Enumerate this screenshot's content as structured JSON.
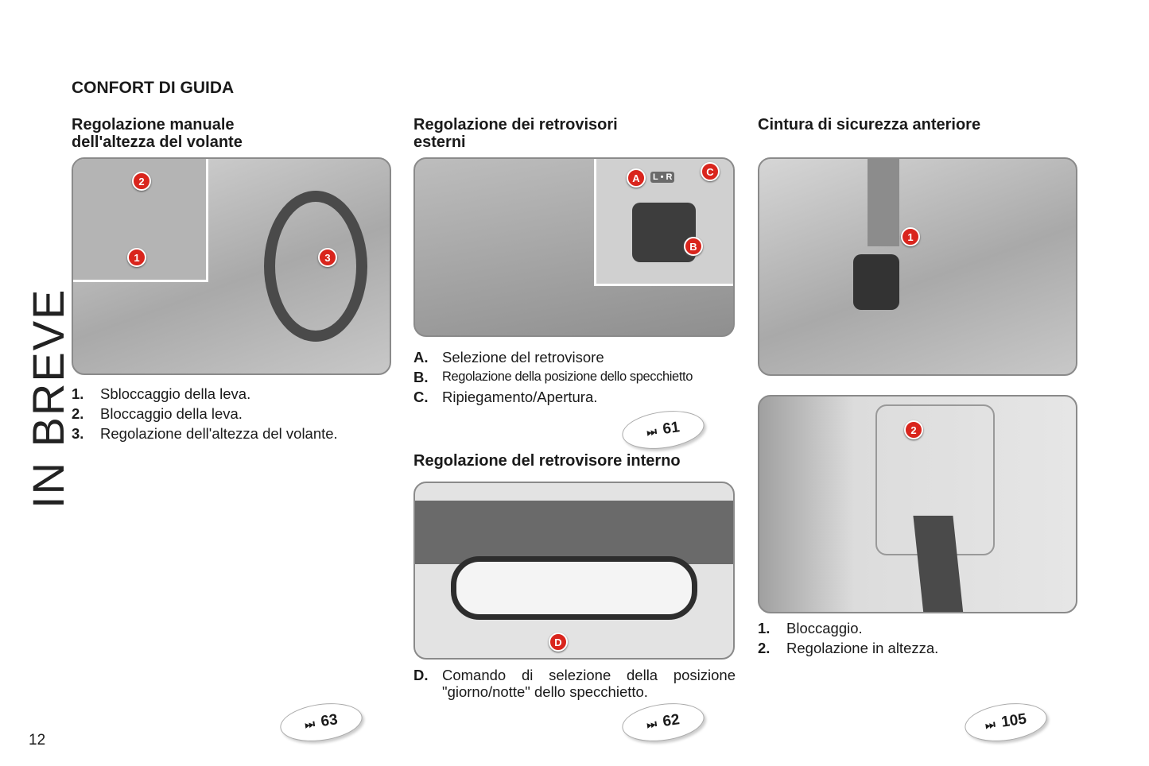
{
  "section_title": "CONFORT DI GUIDA",
  "side_label": "IN BREVE",
  "page_number": "12",
  "ref_icon": "skip-forward-icon",
  "col1": {
    "title_lines": [
      "Regolazione manuale",
      "dell'altezza del volante"
    ],
    "markers": [
      "1",
      "2",
      "3"
    ],
    "items": [
      {
        "key": "1.",
        "text": "Sbloccaggio della leva."
      },
      {
        "key": "2.",
        "text": "Bloccaggio della leva."
      },
      {
        "key": "3.",
        "text": "Regolazione dell'altezza del volante."
      }
    ],
    "ref": "63"
  },
  "col2": {
    "title_lines": [
      "Regolazione dei retrovisori",
      "esterni"
    ],
    "markers": [
      "A",
      "B",
      "C"
    ],
    "switch_label": "L • R",
    "items": [
      {
        "key": "A.",
        "text": "Selezione del retrovisore"
      },
      {
        "key": "B.",
        "text": "Regolazione della posizione dello specchietto"
      },
      {
        "key": "C.",
        "text": "Ripiegamento/Apertura."
      }
    ],
    "ref1": "61",
    "title2": "Regolazione del retrovisore interno",
    "marker2": "D",
    "items2": [
      {
        "key": "D.",
        "text": "Comando di selezione della posizione \"giorno/notte\" dello specchietto."
      }
    ],
    "ref2": "62"
  },
  "col3": {
    "title": "Cintura di sicurezza anteriore",
    "markers": [
      "1",
      "2"
    ],
    "items": [
      {
        "key": "1.",
        "text": "Bloccaggio."
      },
      {
        "key": "2.",
        "text": "Regolazione in altezza."
      }
    ],
    "ref": "105"
  },
  "colors": {
    "marker": "#d9251d",
    "text": "#1a1a1a"
  }
}
